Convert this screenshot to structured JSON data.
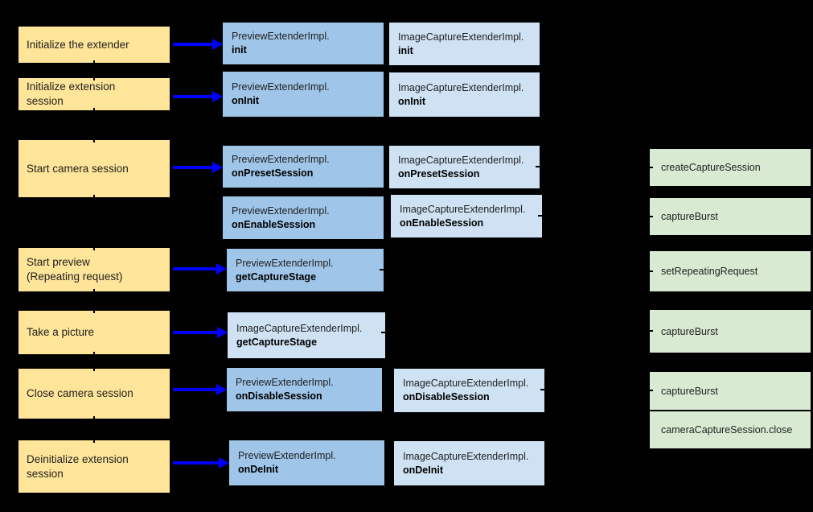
{
  "colors": {
    "background": "#000000",
    "step_yellow": "#ffe599",
    "preview_blue": "#9fc5e8",
    "image_capture_blue": "#cfe2f3",
    "camera2_green": "#d9ead3",
    "arrow_blue": "#0000ff",
    "text": "#1f1f1f"
  },
  "steps": {
    "s1": {
      "line1": "Initialize the extender"
    },
    "s2": {
      "line1": "Initialize extension",
      "line2": "session"
    },
    "s3": {
      "line1": "Start camera session"
    },
    "s4": {
      "line1": "Start preview",
      "line2": "(Repeating request)"
    },
    "s5": {
      "line1": "Take a picture"
    },
    "s6": {
      "line1": "Close camera session"
    },
    "s7": {
      "line1": "Deinitialize extension",
      "line2": "session"
    }
  },
  "impl": {
    "p_init": {
      "cls": "PreviewExtenderImpl.",
      "method": "init"
    },
    "p_onInit": {
      "cls": "PreviewExtenderImpl.",
      "method": "onInit"
    },
    "p_onPresetSession": {
      "cls": "PreviewExtenderImpl.",
      "method": "onPresetSession"
    },
    "p_onEnableSession": {
      "cls": "PreviewExtenderImpl.",
      "method": "onEnableSession"
    },
    "p_getCaptureStage": {
      "cls": "PreviewExtenderImpl.",
      "method": "getCaptureStage"
    },
    "p_onDisableSession": {
      "cls": "PreviewExtenderImpl.",
      "method": "onDisableSession"
    },
    "p_onDeInit": {
      "cls": "PreviewExtenderImpl.",
      "method": "onDeInit"
    },
    "i_init": {
      "cls": "ImageCaptureExtenderImpl.",
      "method": "init"
    },
    "i_onInit": {
      "cls": "ImageCaptureExtenderImpl.",
      "method": "onInit"
    },
    "i_onPresetSession": {
      "cls": "ImageCaptureExtenderImpl.",
      "method": "onPresetSession"
    },
    "i_onEnableSession": {
      "cls": "ImageCaptureExtenderImpl.",
      "method": "onEnableSession"
    },
    "i_getCaptureStage": {
      "cls": "ImageCaptureExtenderImpl.",
      "method": "getCaptureStage"
    },
    "i_onDisableSession": {
      "cls": "ImageCaptureExtenderImpl.",
      "method": "onDisableSession"
    },
    "i_onDeInit": {
      "cls": "ImageCaptureExtenderImpl.",
      "method": "onDeInit"
    }
  },
  "camera2": {
    "g1": {
      "label": "createCaptureSession"
    },
    "g2": {
      "label": "captureBurst"
    },
    "g3": {
      "label": "setRepeatingRequest"
    },
    "g4": {
      "label": "captureBurst"
    },
    "g5": {
      "label": "captureBurst"
    },
    "g6": {
      "label": "cameraCaptureSession.close"
    }
  }
}
